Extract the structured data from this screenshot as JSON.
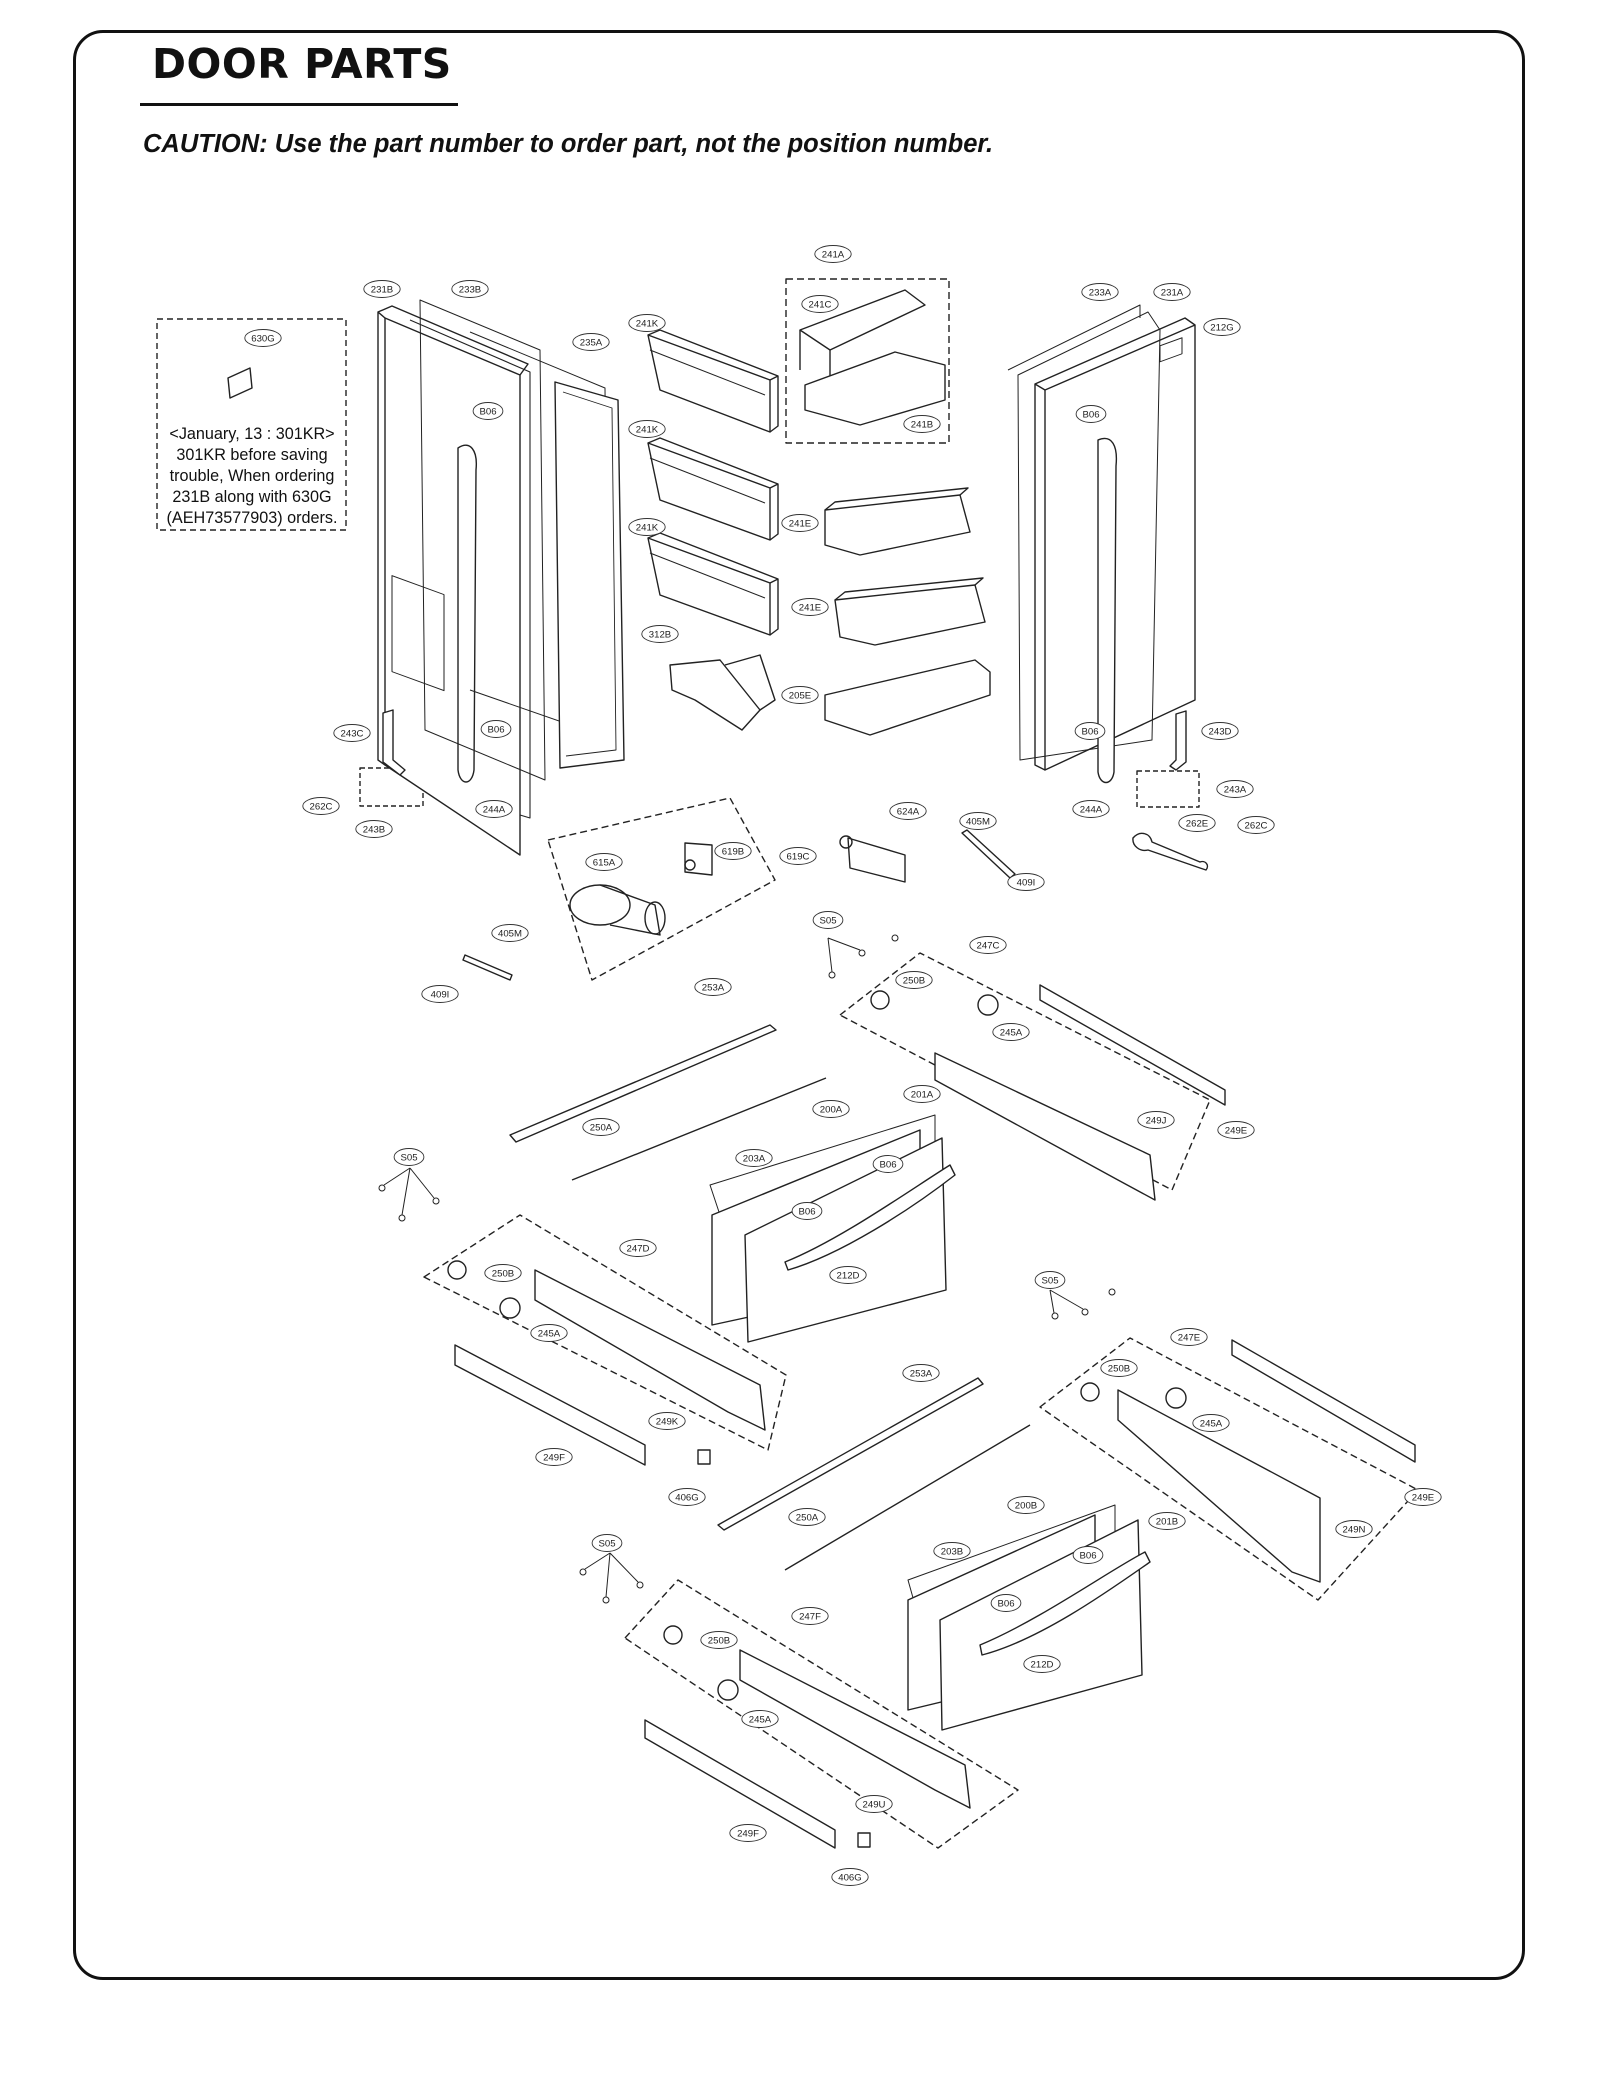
{
  "title": "DOOR PARTS",
  "caution": "CAUTION: Use the part number to order part, not the position number.",
  "note": {
    "part_label": "630G",
    "lines": [
      "<January, 13 : 301KR>",
      "301KR before saving",
      "trouble, When ordering",
      "231B along with 630G",
      "(AEH73577903) orders."
    ]
  },
  "part_labels": [
    "241A",
    "241C",
    "241B",
    "231B",
    "233B",
    "235A",
    "241K",
    "241K",
    "241K",
    "233A",
    "231A",
    "212G",
    "B06",
    "B06",
    "B06",
    "B06",
    "241E",
    "241E",
    "312B",
    "205E",
    "243C",
    "243D",
    "243A",
    "243B",
    "262C",
    "262C",
    "262E",
    "244A",
    "244A",
    "624A",
    "405M",
    "409I",
    "615A",
    "619B",
    "619C",
    "405M",
    "409I",
    "S05",
    "247C",
    "250B",
    "245A",
    "249J",
    "249E",
    "253A",
    "250A",
    "200A",
    "201A",
    "203A",
    "B06",
    "B06",
    "212D",
    "S05",
    "247D",
    "250B",
    "245A",
    "249K",
    "249F",
    "406G",
    "S05",
    "247E",
    "250B",
    "245A",
    "249N",
    "249E",
    "253A",
    "250A",
    "200B",
    "201B",
    "203B",
    "B06",
    "B06",
    "212D",
    "S05",
    "247F",
    "250B",
    "245A",
    "249U",
    "249F",
    "406G"
  ]
}
